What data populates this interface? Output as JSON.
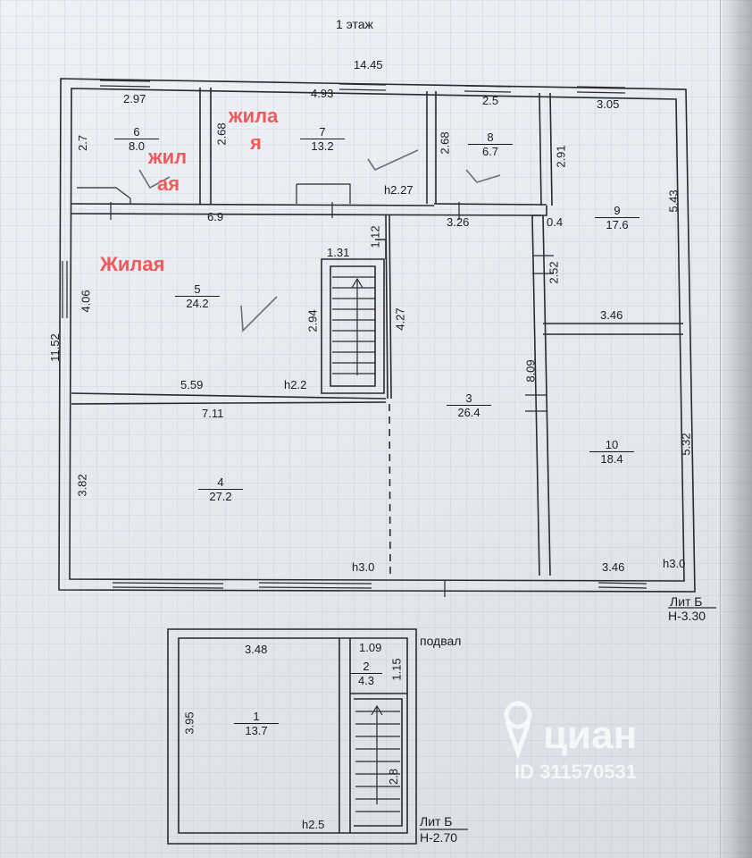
{
  "plan": {
    "title": "1 этаж",
    "dims": {
      "top_total": "14.45",
      "d297": "2.97",
      "d493": "4.93",
      "d25": "2.5",
      "d305": "3.05",
      "d27": "2.7",
      "d268a": "2.68",
      "d268b": "2.68",
      "d291": "2.91",
      "d543": "5.43",
      "h227": "h2.27",
      "d69": "6.9",
      "d326": "3.26",
      "d04": "0.4",
      "d112": "1.12",
      "d131": "1.31",
      "d406": "4.06",
      "d294": "2.94",
      "d427": "4.27",
      "d252": "2.52",
      "d346a": "3.46",
      "d1152": "11.52",
      "d559": "5.59",
      "h22": "h2.2",
      "d809": "8.09",
      "d711": "7.11",
      "d382": "3.82",
      "d532": "5.32",
      "h30a": "h3.0",
      "d346b": "3.46",
      "h30b": "h3.0"
    },
    "rooms": [
      {
        "num": "6",
        "area": "8.0"
      },
      {
        "num": "7",
        "area": "13.2"
      },
      {
        "num": "8",
        "area": "6.7"
      },
      {
        "num": "9",
        "area": "17.6"
      },
      {
        "num": "5",
        "area": "24.2"
      },
      {
        "num": "3",
        "area": "26.4"
      },
      {
        "num": "10",
        "area": "18.4"
      },
      {
        "num": "4",
        "area": "27.2"
      }
    ],
    "notes": {
      "zhilaya_a": "жил",
      "zhilaya_b": "ая",
      "zhila": "жила",
      "ya": "я",
      "zhilaya_big": "Жилая"
    },
    "lit": "Лит Б",
    "height": "Н-3.30"
  },
  "basement": {
    "title": "подвал",
    "dims": {
      "d348": "3.48",
      "d109": "1.09",
      "d115": "1.15",
      "d395": "3.95",
      "d28": "2.8",
      "h25": "h2.5"
    },
    "rooms": [
      {
        "num": "2",
        "area": "4.3"
      },
      {
        "num": "1",
        "area": "13.7"
      }
    ],
    "lit": "Лит Б",
    "height": "Н-2.70"
  },
  "watermark": {
    "brand": "циан",
    "id": "ID 311570531"
  },
  "colors": {
    "annotation": "#f05a5a",
    "ink": "#1c1c22"
  }
}
